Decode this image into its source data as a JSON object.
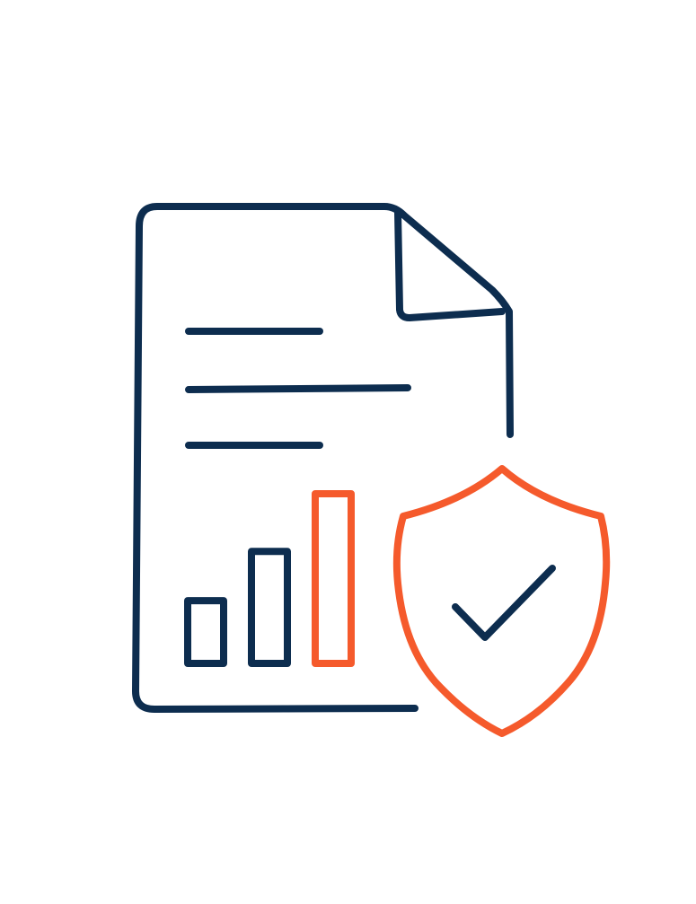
{
  "illustration": {
    "colors": {
      "primary": "#0d2d4f",
      "accent": "#f55a2c",
      "background": "#ffffff"
    },
    "icons": [
      "document-icon",
      "bar-chart-icon",
      "shield-check-icon"
    ],
    "bar_chart": {
      "bars": [
        {
          "level": 0.37,
          "color": "primary"
        },
        {
          "level": 0.66,
          "color": "primary"
        },
        {
          "level": 1.0,
          "color": "accent"
        }
      ]
    }
  }
}
